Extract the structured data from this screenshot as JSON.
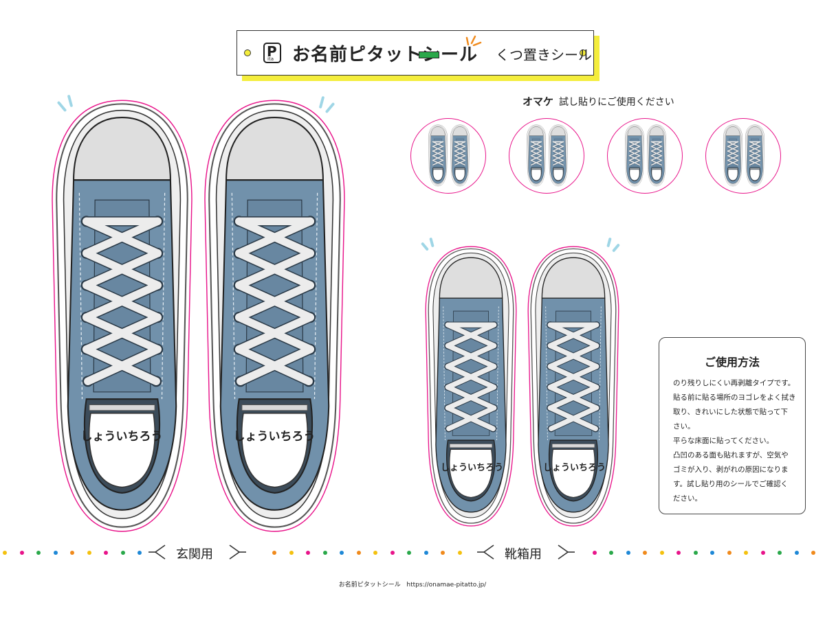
{
  "header": {
    "logo_letter": "P",
    "logo_sub": "ita",
    "brand": "お名前ピタットシール",
    "subtitle": "くつ置きシール"
  },
  "trial": {
    "title": "オマケ",
    "text": "試し貼りにご使用ください"
  },
  "shoes": {
    "large_left_name": "しょういちろう",
    "large_right_name": "しょういちろう",
    "small_left_name": "しょういちろう",
    "small_right_name": "しょういちろう"
  },
  "howto": {
    "title": "ご使用方法",
    "lines": [
      "のり残りしにくい再剥離タイプです。",
      "貼る前に貼る場所のヨゴレをよく拭き",
      "取り、きれいにした状態で貼って下",
      "さい。",
      "平らな床面に貼ってください。",
      "凸凹のある面も貼れますが、空気や",
      "ゴミが入り、剥がれの原因になりま",
      "す。試し貼り用のシールでご確認く",
      "ださい。"
    ]
  },
  "sections": {
    "entrance": "玄関用",
    "shoebox": "靴箱用"
  },
  "footer": {
    "brand": "お名前ピタットシール",
    "url": "https://onamae-pitatto.jp/"
  },
  "colors": {
    "denim": "#7191ab",
    "outline_pink": "#e8148a",
    "header_yellow": "#f4ed3c",
    "dot_palette": [
      "#f4c10f",
      "#e8148a",
      "#2aa84a",
      "#1e88d6",
      "#f08a1c"
    ]
  }
}
